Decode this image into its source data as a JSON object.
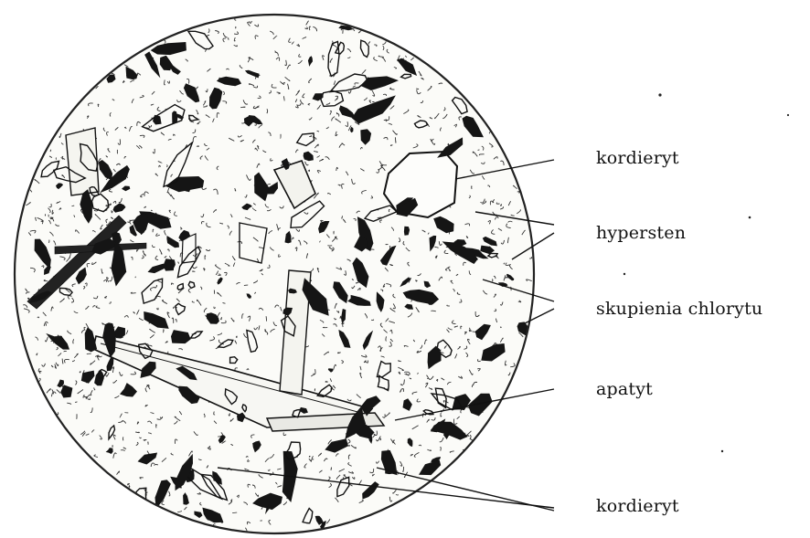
{
  "labels": [
    "kordieryt",
    "hypersten",
    "skupienia chlorytu",
    "apatyt",
    "kordieryt"
  ]
}
